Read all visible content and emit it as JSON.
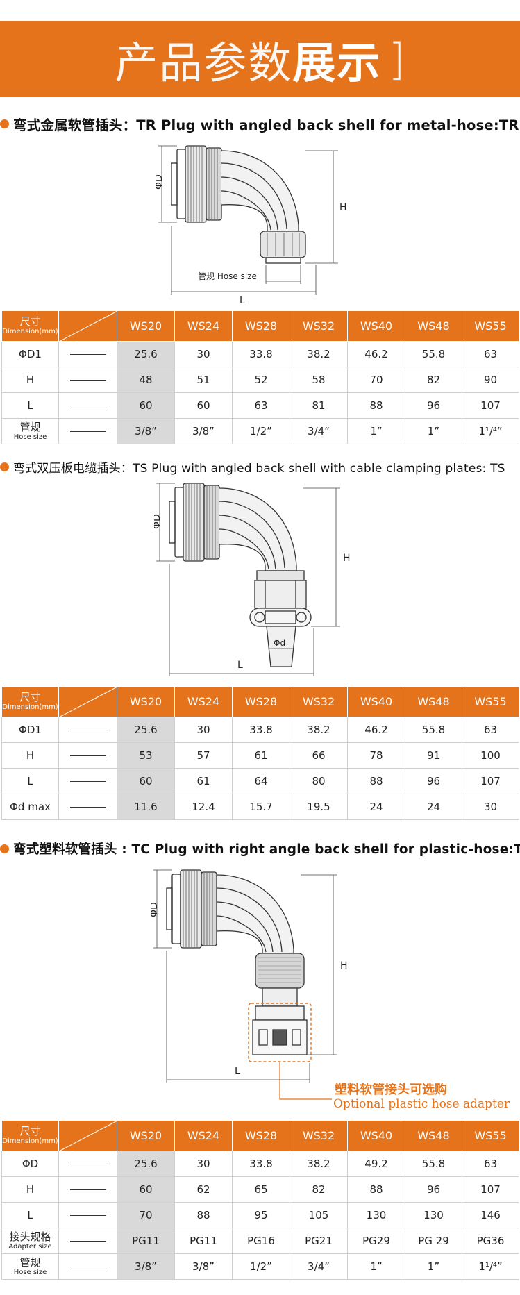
{
  "banner": {
    "title_light": "产品参数",
    "title_bold": "展示",
    "title_bracket": "]"
  },
  "colors": {
    "accent": "#e4731b",
    "highlight": "#d9d9d9"
  },
  "section1": {
    "heading": "弯式金属软管插头：TR Plug with angled back shell for metal-hose:TR",
    "drawing": {
      "label_d": "ΦD",
      "label_h": "H",
      "label_l": "L",
      "label_hose": "管规 Hose size"
    },
    "table": {
      "header_cn": "尺寸",
      "header_en": "Dimension(mm)",
      "columns": [
        "WS20",
        "WS24",
        "WS28",
        "WS32",
        "WS40",
        "WS48",
        "WS55"
      ],
      "rows": [
        {
          "label": "ΦD1",
          "values": [
            "25.6",
            "30",
            "33.8",
            "38.2",
            "46.2",
            "55.8",
            "63"
          ]
        },
        {
          "label": "H",
          "values": [
            "48",
            "51",
            "52",
            "58",
            "70",
            "82",
            "90"
          ]
        },
        {
          "label": "L",
          "values": [
            "60",
            "60",
            "63",
            "81",
            "88",
            "96",
            "107"
          ]
        },
        {
          "label_cn": "管规",
          "label_en": "Hose size",
          "values": [
            "3/8”",
            "3/8”",
            "1/2”",
            "3/4”",
            "1”",
            "1”",
            "1¹/⁴”"
          ]
        }
      ]
    }
  },
  "section2": {
    "heading": "弯式双压板电缆插头：TS Plug with angled back shell with cable clamping plates: TS",
    "drawing": {
      "label_d": "ΦD",
      "label_h": "H",
      "label_l": "L",
      "label_small_d": "Φd"
    },
    "table": {
      "header_cn": "尺寸",
      "header_en": "Dimension(mm)",
      "columns": [
        "WS20",
        "WS24",
        "WS28",
        "WS32",
        "WS40",
        "WS48",
        "WS55"
      ],
      "rows": [
        {
          "label": "ΦD1",
          "values": [
            "25.6",
            "30",
            "33.8",
            "38.2",
            "46.2",
            "55.8",
            "63"
          ]
        },
        {
          "label": "H",
          "values": [
            "53",
            "57",
            "61",
            "66",
            "78",
            "91",
            "100"
          ]
        },
        {
          "label": "L",
          "values": [
            "60",
            "61",
            "64",
            "80",
            "88",
            "96",
            "107"
          ]
        },
        {
          "label": "Φd max",
          "values": [
            "11.6",
            "12.4",
            "15.7",
            "19.5",
            "24",
            "24",
            "30"
          ]
        }
      ]
    }
  },
  "section3": {
    "heading": "弯式塑料软管插头 : TC Plug with right angle back shell for plastic-hose:TC",
    "drawing": {
      "label_d": "ΦD",
      "label_h": "H",
      "label_l": "L"
    },
    "optional_cn": "塑料软管接头可选购",
    "optional_en": "Optional plastic hose adapter",
    "table": {
      "header_cn": "尺寸",
      "header_en": "Dimension(mm)",
      "columns": [
        "WS20",
        "WS24",
        "WS28",
        "WS32",
        "WS40",
        "WS48",
        "WS55"
      ],
      "rows": [
        {
          "label": "ΦD",
          "values": [
            "25.6",
            "30",
            "33.8",
            "38.2",
            "49.2",
            "55.8",
            "63"
          ]
        },
        {
          "label": "H",
          "values": [
            "60",
            "62",
            "65",
            "82",
            "88",
            "96",
            "107"
          ]
        },
        {
          "label": "L",
          "values": [
            "70",
            "88",
            "95",
            "105",
            "130",
            "130",
            "146"
          ]
        },
        {
          "label_cn": "接头规格",
          "label_en": "Adapter size",
          "values": [
            "PG11",
            "PG11",
            "PG16",
            "PG21",
            "PG29",
            "PG 29",
            "PG36"
          ]
        },
        {
          "label_cn": "管规",
          "label_en": "Hose size",
          "values": [
            "3/8”",
            "3/8”",
            "1/2”",
            "3/4”",
            "1”",
            "1”",
            "1¹/⁴”"
          ]
        }
      ]
    }
  }
}
